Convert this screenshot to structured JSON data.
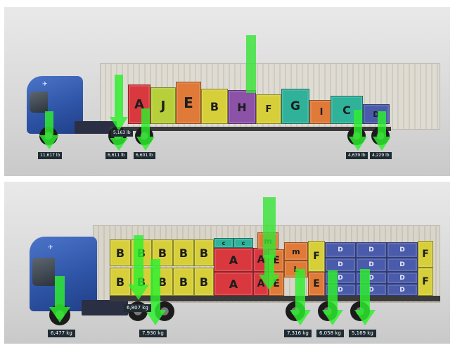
{
  "top_scene": {
    "boxes": [
      "A",
      "J",
      "E",
      "B",
      "H",
      "F",
      "G",
      "I",
      "C",
      "D"
    ],
    "axle_weights": [
      "11,617 lb",
      "5,163 lb",
      "6,611 lb",
      "6,601 lb",
      "4,639 lb",
      "4,229 lb"
    ]
  },
  "bottom_scene": {
    "boxes": {
      "b": "B",
      "a": "A",
      "e": "E",
      "m": "m",
      "c": "c",
      "f": "F",
      "d": "D",
      "small_f": "F",
      "l": "L"
    },
    "axle_weights": [
      "6,477 kg",
      "6,807 kg",
      "7,930 kg",
      "7,316 kg",
      "6,058 kg",
      "5,169 kg"
    ]
  },
  "colors": {
    "arrow": "#2ef02e",
    "cab": "#2f55a8",
    "box_red": "#d9383f",
    "box_yellow": "#d6cf3a",
    "box_orange": "#e07a38",
    "box_teal": "#2fb19a",
    "box_purple": "#8b52a8",
    "box_blue": "#4a5bab",
    "box_green_yellow": "#b6cf3a"
  },
  "icons": [
    "truck-logo-icon"
  ]
}
